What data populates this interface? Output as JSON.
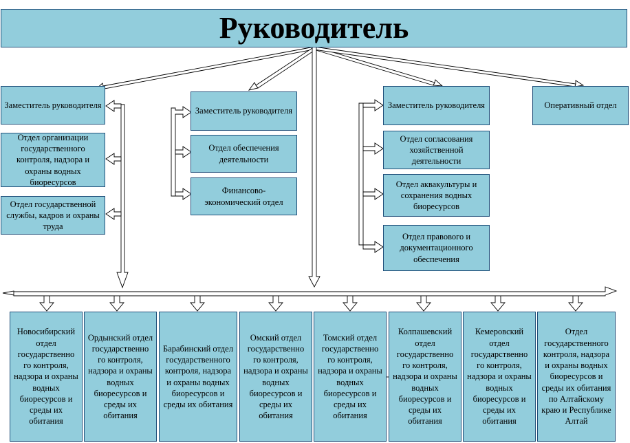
{
  "head": "Руководитель",
  "deputy_left": "Заместитель руководителя",
  "dept_left_1": "Отдел организации государственного контроля, надзора и охраны водных биоресурсов",
  "dept_left_2": "Отдел государственной службы, кадров и охраны труда",
  "deputy_center": "Заместитель руководителя",
  "dept_center_1": "Отдел обеспечения деятельности",
  "dept_center_2": "Финансово-экономический отдел",
  "deputy_right": "Заместитель руководителя",
  "dept_right_1": "Отдел согласования хозяйственной деятельности",
  "dept_right_2": "Отдел аквакультуры и сохранения водных биоресурсов",
  "dept_right_3": "Отдел правового и документационного обеспечения",
  "operative": "Оперативный отдел",
  "regional": [
    "Новосибирский отдел государственно го контроля, надзора и охраны водных биоресурсов и среды их обитания",
    "Ордынский отдел государственно го контроля, надзора и охраны водных биоресурсов и среды их обитания",
    "Барабинский отдел государственного контроля, надзора и охраны водных биоресурсов и среды их обитания",
    "Омский отдел государственно го контроля, надзора и охраны водных биоресурсов и среды их обитания",
    "Томский отдел государственно го контроля, надзора и охраны водных биоресурсов и среды их обитания",
    "Колпашевский отдел государственно го контроля, надзора и охраны водных биоресурсов и среды их обитания",
    "Кемеровский отдел государственно го контроля, надзора и охраны водных биоресурсов и среды их обитания",
    "Отдел государственного контроля, надзора и охраны водных биоресурсов и среды их обитания по Алтайскому краю и Республике Алтай"
  ],
  "colors": {
    "box_fill": "#92cddc",
    "box_border": "#1f4e79",
    "line": "#000000"
  }
}
